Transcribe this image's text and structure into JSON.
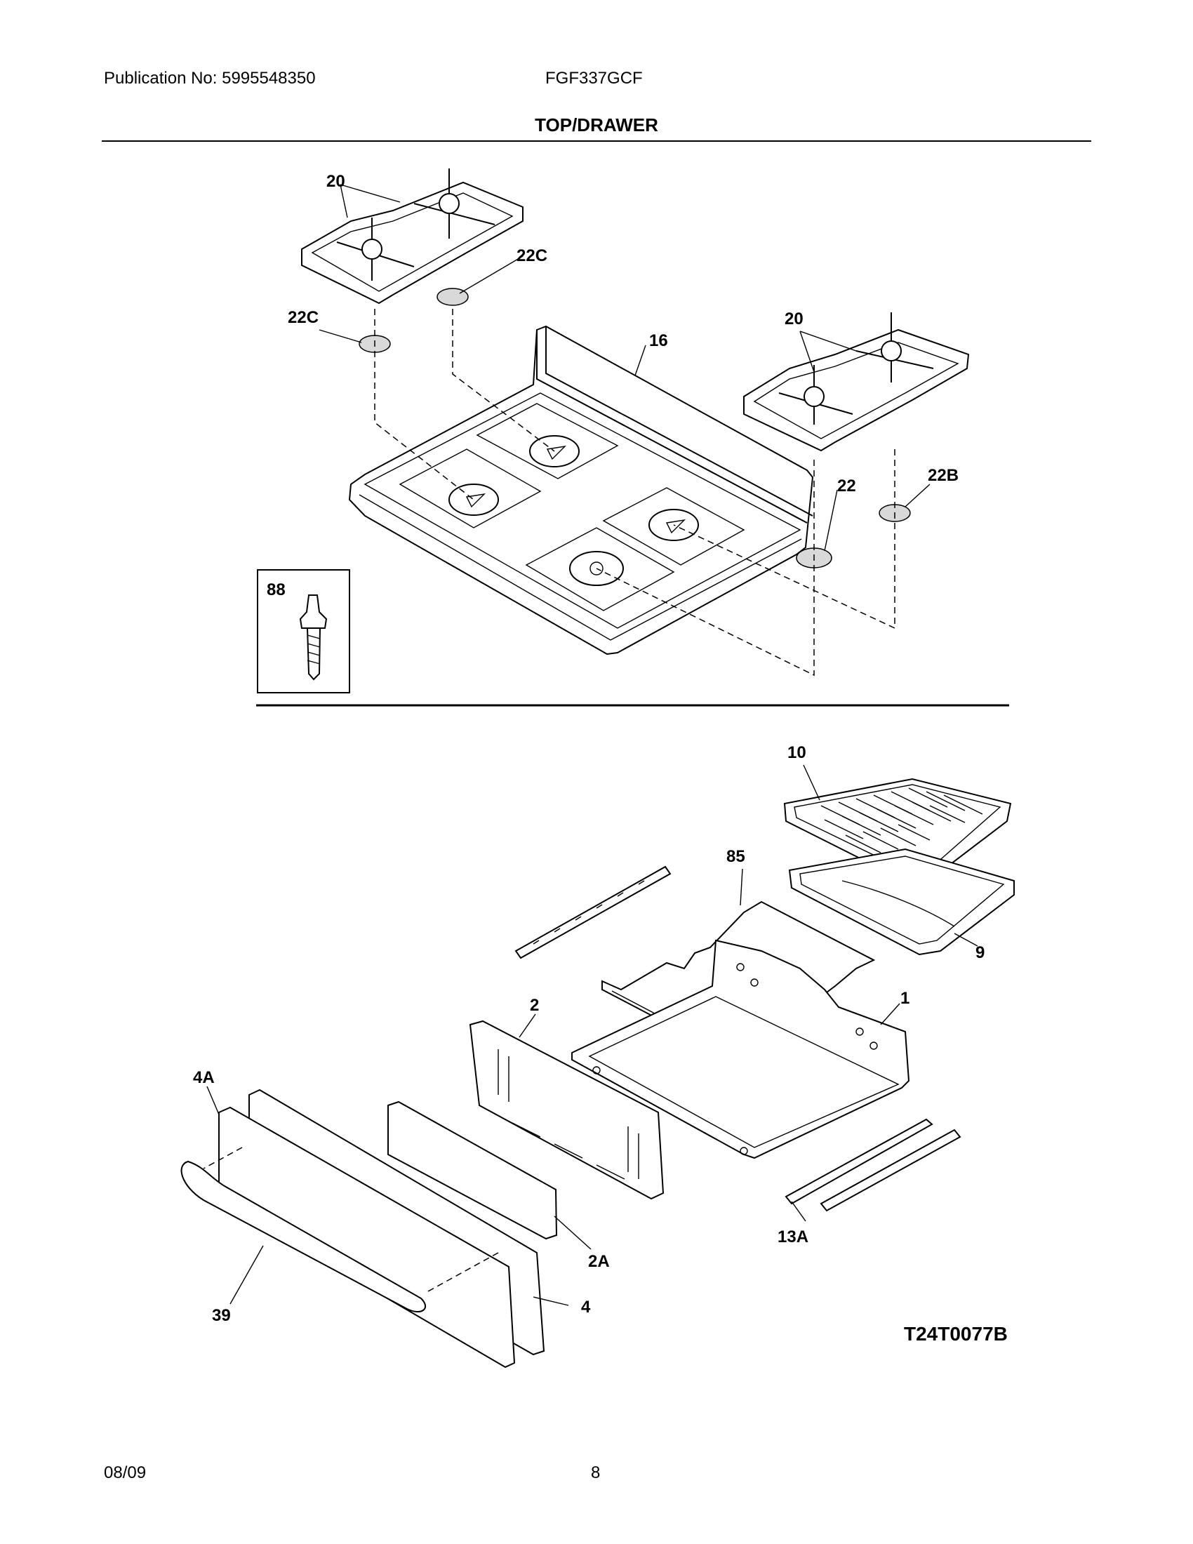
{
  "header": {
    "publication": "Publication No: 5995548350",
    "model": "FGF337GCF",
    "section_title": "TOP/DRAWER"
  },
  "footer": {
    "date": "08/09",
    "page": "8"
  },
  "diagram_code": "T24T0077B",
  "labels": {
    "grate_left": "20",
    "grate_right": "20",
    "cap_left_upper": "22C",
    "cap_left_lower": "22C",
    "cooktop": "16",
    "cap_right_front": "22",
    "cap_right_rear": "22B",
    "screw_inset": "88",
    "broiler_grid": "10",
    "drawer_rack": "85",
    "broiler_pan": "9",
    "drawer_body": "1",
    "drawer_back": "2",
    "drawer_front_outer": "4A",
    "drawer_panel": "2A",
    "drawer_front": "4",
    "handle": "39",
    "slide_rail": "13A"
  }
}
